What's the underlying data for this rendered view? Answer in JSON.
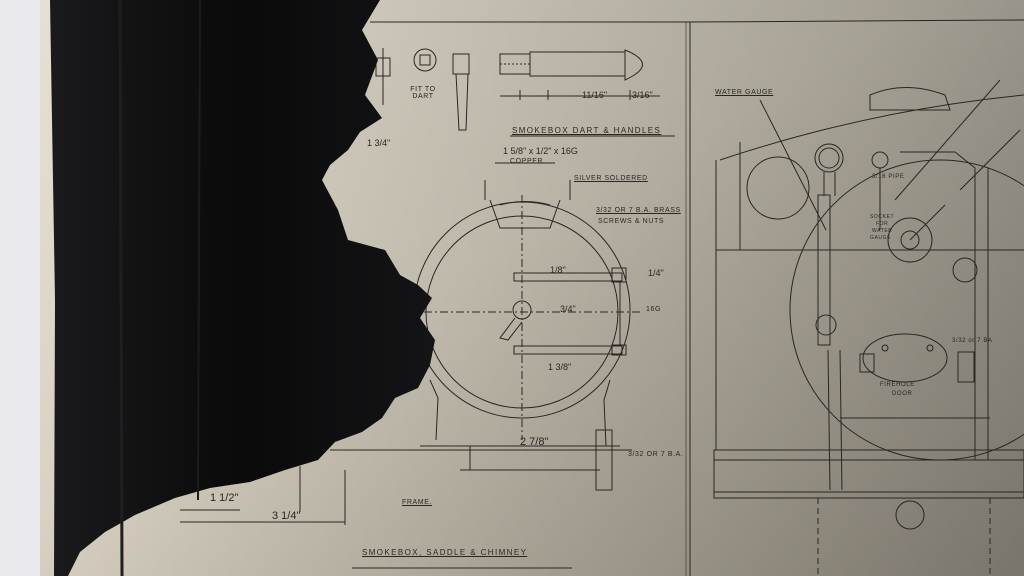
{
  "labels": {
    "smokebox_dart_handles": "SMOKEBOX DART & HANDLES",
    "fit_to_dart": "FIT TO DART",
    "copper_spec": "1 5/8\" x 1/2\" x 16G",
    "copper": "COPPER.",
    "silver_soldered": "SILVER SOLDERED",
    "brass_screws_line1": "3/32 OR 7 B.A. BRASS",
    "brass_screws_line2": "SCREWS & NUTS",
    "sixteen_gauge": "16G",
    "frame": "FRAME.",
    "smokebox_saddle_chimney": "SMOKEBOX, SADDLE & CHIMNEY",
    "ba_note": "3/32 OR 7 B.A.",
    "water_gauge": "WATER GAUGE",
    "pipe": "3/16 PIPE",
    "socket_line1": "SOCKET",
    "socket_line2": "FOR",
    "socket_line3": "WATER",
    "socket_line4": "GAUGE",
    "firehole_line1": "FIREHOLE",
    "firehole_line2": "DOOR",
    "ba_right": "3/32 or 7 BA"
  },
  "dims": {
    "d_1_3_4": "1 3/4\"",
    "d_1_1_2": "1 1/2\"",
    "d_3_1_4": "3 1/4\"",
    "d_2_7_8": "2 7/8\"",
    "d_1_3_8": "1 3/8\"",
    "d_1_8": "1/8\"",
    "d_1_4": "1/4\"",
    "d_3_4": "3/4\"",
    "d_3_16": "3/16\"",
    "d_11_16": "11/16\""
  },
  "colors": {
    "paper": "#ddd6c8",
    "paper_shadow": "#9c958a",
    "ink": "#2a2622",
    "torn_black": "#0c0c0d",
    "background_white": "#e9e9ee"
  }
}
